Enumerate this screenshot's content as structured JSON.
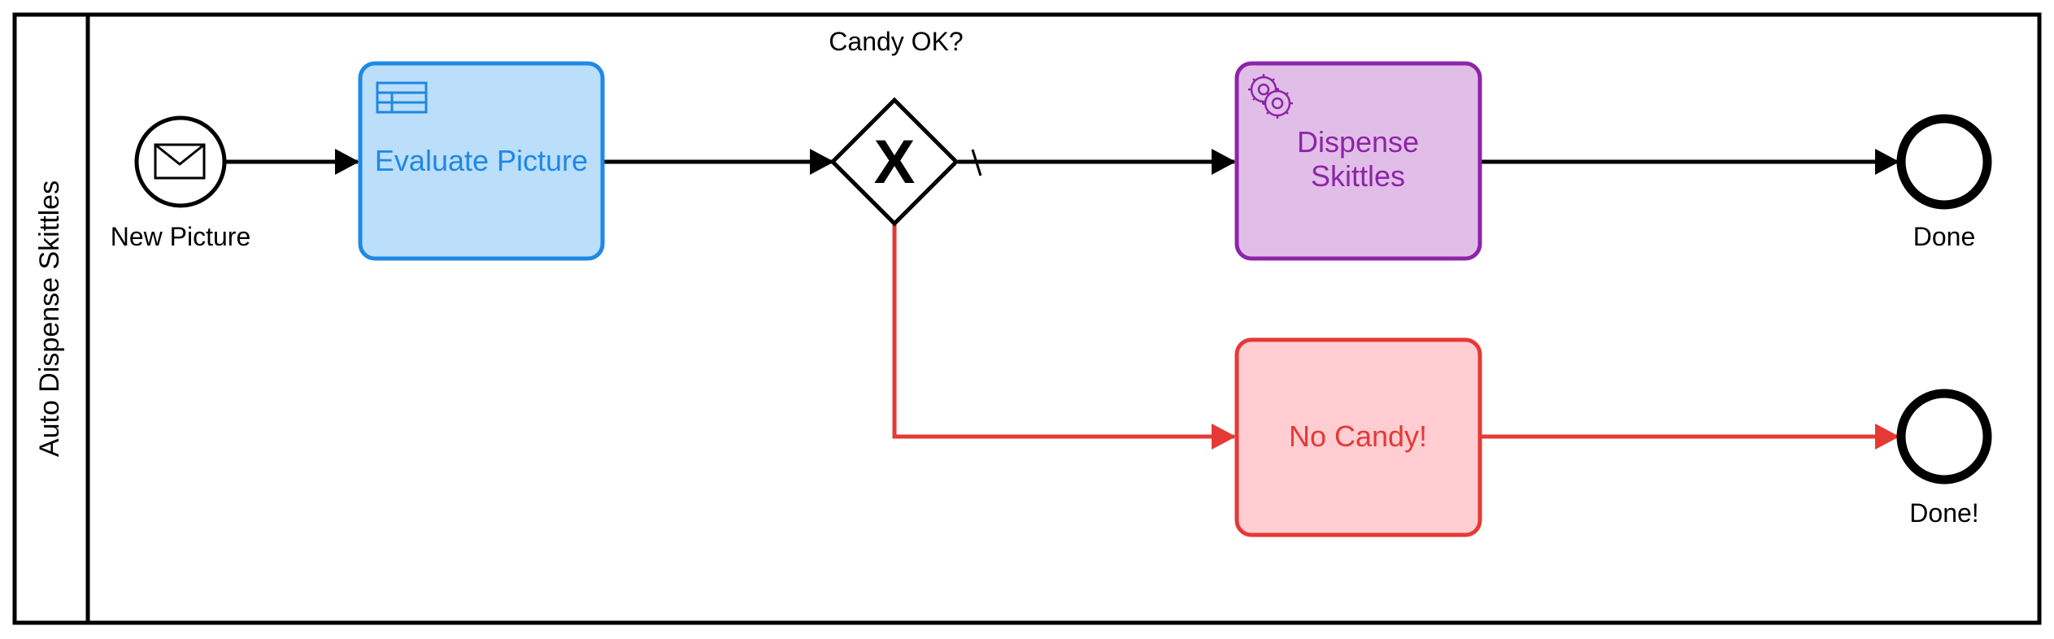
{
  "pool": {
    "name": "Auto Dispense Skittles"
  },
  "start_event": {
    "label": "New Picture",
    "icon": "envelope-icon"
  },
  "tasks": {
    "evaluate": {
      "label": "Evaluate Picture",
      "icon": "business-rule-table-icon",
      "color": "#1E88E5",
      "fill": "#BBDEFB"
    },
    "dispense": {
      "label_line1": "Dispense",
      "label_line2": "Skittles",
      "icon": "gears-icon",
      "color": "#8E24AA",
      "fill": "#E1BEE7"
    },
    "no_candy": {
      "label": "No Candy!",
      "color": "#E53935",
      "fill": "#FFCDD2"
    }
  },
  "gateway": {
    "label": "Candy OK?",
    "marker": "X"
  },
  "end_events": {
    "done": {
      "label": "Done"
    },
    "done_alt": {
      "label": "Done!"
    }
  },
  "colors": {
    "line": "#000000",
    "error_flow": "#E53935"
  }
}
